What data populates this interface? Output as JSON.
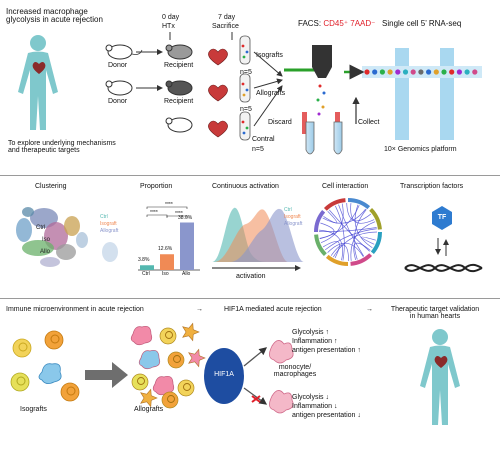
{
  "top": {
    "title": "Increased macrophage\nglycolysis in acute rejection",
    "explore": "To explore underlying mechanisms\nand therapeutic targets",
    "timeline": {
      "day0": "0 day",
      "htx": "HTx",
      "day7": "7 day",
      "sacrifice": "Sacrifice"
    },
    "rows": [
      {
        "donor": "Donor",
        "recipient": "Recipient",
        "group": "Isografts",
        "n": "n=5"
      },
      {
        "donor": "Donor",
        "recipient": "Recipient",
        "group": "Allografts",
        "n": "n=5"
      },
      {
        "donor": "",
        "recipient": "",
        "group": "Contral",
        "n": "n=5"
      }
    ],
    "facs": {
      "label": "FACS:",
      "markers": "CD45⁺ 7AAD⁻"
    },
    "discard": "Discard",
    "collect": "Collect",
    "seq_title": "Single cell 5’ RNA-seq",
    "platform": "10× Genomics platform"
  },
  "middle": {
    "clustering": {
      "title": "Clustering",
      "labels": [
        "Ctrl",
        "Iso",
        "Allo"
      ],
      "legend": [
        "Ctrl",
        "Isograft",
        "Allograft"
      ]
    },
    "proportion": {
      "title": "Proportion",
      "categories": [
        "Ctrl",
        "Iso",
        "Allo"
      ],
      "values": [
        "3.8%",
        "12.6%",
        "38.0%"
      ],
      "stars": [
        "****",
        "****",
        "****"
      ]
    },
    "activation": {
      "title": "Continuous activation",
      "legend": [
        "Ctrl",
        "Isograft",
        "Allograft"
      ],
      "xlabel": "activation"
    },
    "interaction": {
      "title": "Cell interaction"
    },
    "tf": {
      "title": "Transcription factors",
      "badge": "TF"
    }
  },
  "bottom": {
    "title1": "Immune microenvironment in acute rejection",
    "arrow1": "→",
    "title2": "HIF1A mediated acute rejection",
    "arrow2": "→",
    "title3": "Therapeutic target validation\nin human hearts",
    "isografts": "Isografts",
    "allografts": "Allografts",
    "hif": "HIF1A",
    "cells": "monocyte/\nmacrophages",
    "up": [
      "Glycolysis ↑",
      "Inflammation ↑",
      "antigen presentation ↑"
    ],
    "down": [
      "Glycolysis ↓",
      "Inflammation ↓",
      "antigen presentation ↓"
    ]
  },
  "chart_data": {
    "type": "bar",
    "categories": [
      "Ctrl",
      "Iso",
      "Allo"
    ],
    "values": [
      3.8,
      12.6,
      38.0
    ],
    "ylim": [
      0,
      40
    ],
    "colors": [
      "#54b8b0",
      "#f08a55",
      "#8a96cc"
    ],
    "title": "Proportion"
  },
  "colors": {
    "accent_red": "#e0202a",
    "body_teal": "#7fc8cc",
    "heart": "#8a2a2a",
    "iso_green": "#54b8b0",
    "iso_orange": "#f08a55",
    "allo_purple": "#8a96cc"
  },
  "icons": [
    "human-body-icon",
    "heart-icon",
    "mouse-icon",
    "heart-tube-icon",
    "flow-cytometer-icon",
    "tf-icon",
    "dna-icon",
    "cell-icon",
    "hif1a-icon"
  ]
}
